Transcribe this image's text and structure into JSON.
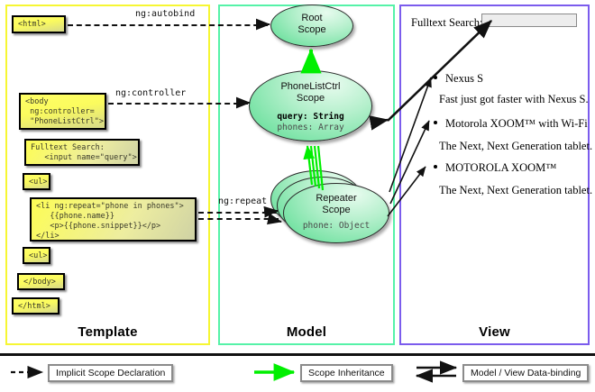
{
  "panels": {
    "template": {
      "label": "Template",
      "border_color": "#f6f633"
    },
    "model": {
      "label": "Model",
      "border_color": "#56f2a8"
    },
    "view": {
      "label": "View",
      "border_color": "#7b5ced"
    }
  },
  "template_boxes": [
    {
      "id": "html-open",
      "text": "<html>"
    },
    {
      "id": "body-open",
      "text": "<body\n ng:controller=\n \"PhoneListCtrl\">"
    },
    {
      "id": "fulltext",
      "text": "Fulltext Search:\n   <input name=\"query\">"
    },
    {
      "id": "ul-open",
      "text": "<ul>"
    },
    {
      "id": "li-repeat",
      "text": "<li ng:repeat=\"phone in phones\">\n   {{phone.name}}\n   <p>{{phone.snippet}}</p>\n</li>"
    },
    {
      "id": "ul-close",
      "text": "<ul>"
    },
    {
      "id": "body-close",
      "text": "</body>"
    },
    {
      "id": "html-close",
      "text": "</html>"
    }
  ],
  "connector_labels": {
    "autobind": "ng:autobind",
    "controller": "ng:controller",
    "repeat": "ng:repeat"
  },
  "scopes": [
    {
      "id": "root",
      "title": "Root\nScope",
      "props": []
    },
    {
      "id": "phonelistctrl",
      "title": "PhoneListCtrl\nScope",
      "props": [
        "query: String",
        "phones: Array"
      ]
    },
    {
      "id": "repeater",
      "title": "Repeater\nScope",
      "props": [
        "phone: Object"
      ]
    }
  ],
  "scope_title_lines": {
    "root": [
      "Root",
      "Scope"
    ],
    "phonelistctrl": [
      "PhoneListCtrl",
      "Scope"
    ],
    "repeater": [
      "Repeater",
      "Scope"
    ]
  },
  "scope_props": {
    "query": "query: String",
    "phones": "phones: Array",
    "phone": "phone: Object"
  },
  "view": {
    "search_label": "Fulltext Search:",
    "search_value": "",
    "search_placeholder": "",
    "items": [
      {
        "name": "Nexus S",
        "snippet": "Fast just got faster with Nexus S."
      },
      {
        "name": "Motorola XOOM™  with Wi-Fi",
        "snippet": "The Next, Next Generation tablet."
      },
      {
        "name": "MOTOROLA XOOM™",
        "snippet": "The Next, Next Generation tablet."
      }
    ]
  },
  "legend": [
    {
      "id": "implicit-scope-declaration",
      "label": "Implicit Scope Declaration",
      "arrow": "dashed-black"
    },
    {
      "id": "scope-inheritance",
      "label": "Scope Inheritance",
      "arrow": "solid-green"
    },
    {
      "id": "model-view-data-binding",
      "label": "Model / View Data-binding",
      "arrow": "double-black"
    }
  ],
  "colors": {
    "template_border": "#f6f633",
    "model_border": "#56f2a8",
    "view_border": "#7b5ced",
    "scope_fill": "#79e3a6",
    "inheritance_arrow": "#00ef00",
    "code_box_fill": "#ffff66"
  }
}
